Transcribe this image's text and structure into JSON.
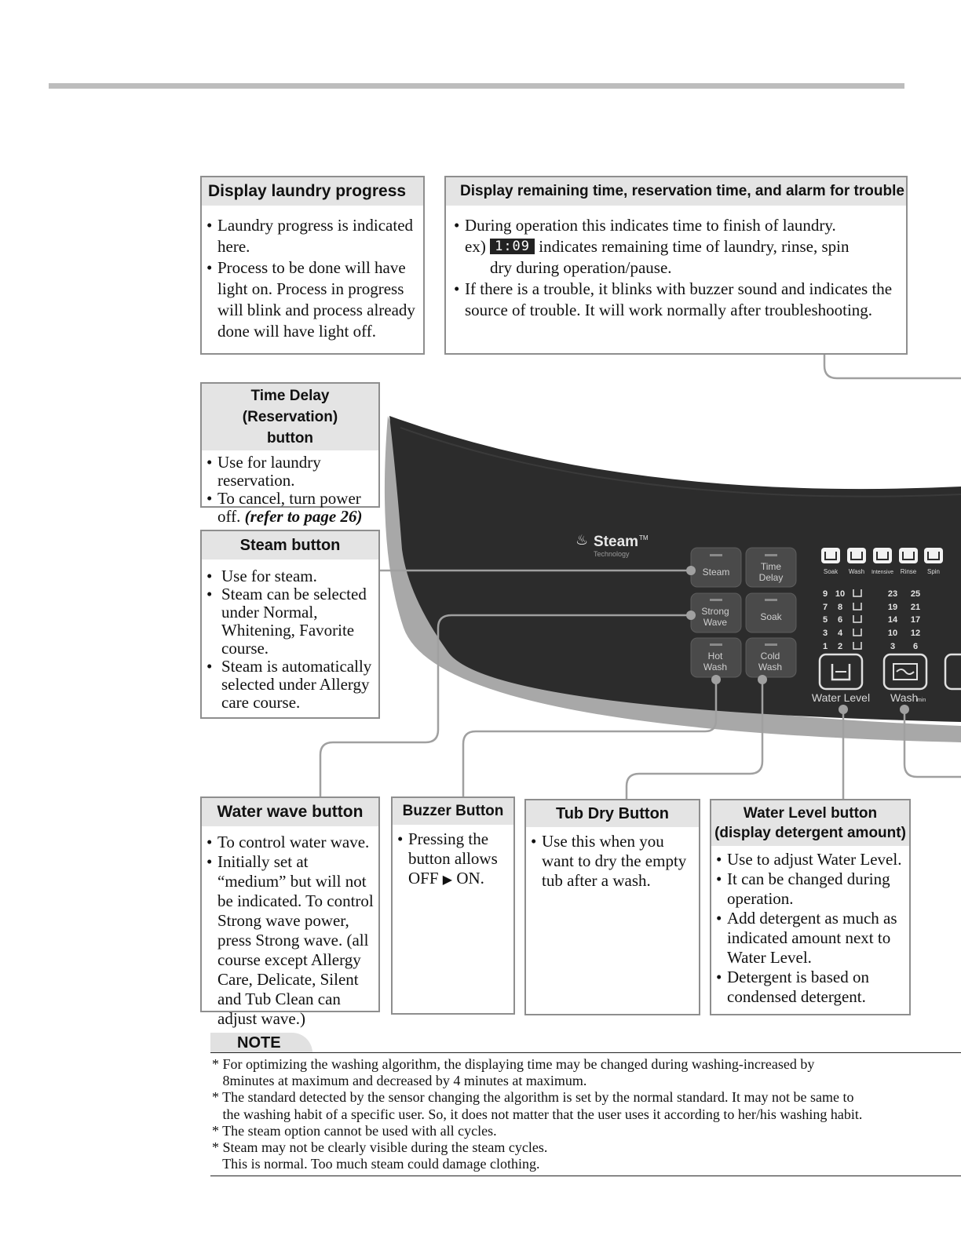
{
  "boxes": {
    "progress": {
      "title": "Display laundry progress",
      "items": [
        "Laundry progress is indicated here.",
        "Process to be done will have light on. Process in progress will blink and process already done will have light off."
      ]
    },
    "remaining": {
      "title": "Display remaining time, reservation time, and alarm for trouble",
      "line1": "During operation this indicates time to finish of laundry.",
      "line2_prefix": "ex)",
      "lcd_example": "1:09",
      "line2_suffix": "indicates remaining time of laundry, rinse, spin",
      "line3": "dry during operation/pause.",
      "line4": "If there is a trouble, it blinks with buzzer sound and  indicates the source of  trouble. It will work normally after troubleshooting."
    },
    "time_delay": {
      "title_line1": "Time Delay (Reservation)",
      "title_line2": "button",
      "item1": "Use for laundry reservation.",
      "item2_text": "To cancel, turn power off.",
      "item2_ref": "(refer to page 26)"
    },
    "steam": {
      "title": "Steam button",
      "items": [
        "Use for steam.",
        "Steam can be selected under Normal, Whitening, Favorite course.",
        "Steam is automatically selected under Allergy care course."
      ]
    },
    "water_wave": {
      "title": "Water wave button",
      "items": [
        "To control water wave.",
        "Initially set at “medium” but will not be indicated. To control Strong wave power, press Strong wave. (all course except Allergy Care, Delicate, Silent and Tub Clean can adjust wave.)"
      ]
    },
    "buzzer": {
      "title": "Buzzer Button",
      "text_prefix": "Pressing the button allows OFF",
      "text_suffix": "ON."
    },
    "tub_dry": {
      "title": "Tub Dry Button",
      "items": [
        "Use this when you want to dry the empty tub after a wash."
      ]
    },
    "water_level": {
      "title_line1": "Water Level button",
      "title_line2": "(display detergent amount)",
      "items": [
        "Use to adjust Water Level.",
        "It can be changed during operation.",
        "Add detergent as much as indicated amount next to Water Level.",
        "Detergent is based on condensed detergent."
      ]
    }
  },
  "panel": {
    "brand": "Steam",
    "brand_tm": "TM",
    "brand_sub": "Technology",
    "buttons": {
      "steam": "Steam",
      "time_delay_1": "Time",
      "time_delay_2": "Delay",
      "strong_wave_1": "Strong",
      "strong_wave_2": "Wave",
      "soak": "Soak",
      "hot_wash_1": "Hot",
      "hot_wash_2": "Wash",
      "cold_wash_1": "Cold",
      "cold_wash_2": "Wash"
    },
    "progress_labels": [
      "Soak",
      "Wash",
      "Intensive",
      "Rinse",
      "Spin"
    ],
    "water_level_numbers": [
      [
        "9",
        "10"
      ],
      [
        "7",
        "8"
      ],
      [
        "5",
        "6"
      ],
      [
        "3",
        "4"
      ],
      [
        "1",
        "2"
      ]
    ],
    "wash_numbers": [
      [
        "23",
        "25"
      ],
      [
        "19",
        "21"
      ],
      [
        "14",
        "17"
      ],
      [
        "10",
        "12"
      ],
      [
        "3",
        "6"
      ]
    ],
    "water_level_label": "Water Level",
    "wash_label": "Wash",
    "wash_label_sub": "min"
  },
  "note": {
    "heading": "NOTE",
    "lines": [
      "* For optimizing the washing algorithm, the displaying time may be changed during washing-increased by",
      "   8minutes at maximum and decreased by 4 minutes at maximum.",
      "* The standard detected by the sensor changing the algorithm is set by the normal standard. It may not be same to",
      "   the washing habit of a specific user. So, it does not matter that the user uses it according to her/his washing habit.",
      "* The steam option cannot be used with all cycles.",
      "* Steam may not be clearly visible during the steam cycles.",
      "   This is normal. Too much steam could damage clothing."
    ]
  }
}
